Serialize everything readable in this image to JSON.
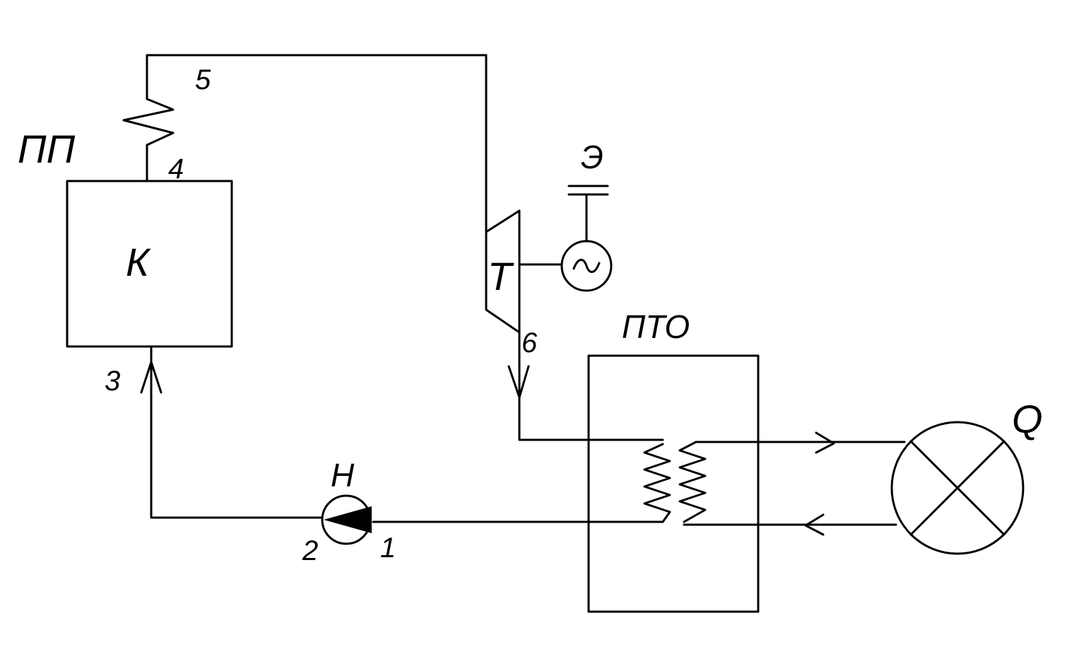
{
  "labels": {
    "superheater": "ПП",
    "boiler": "К",
    "turbine": "Т",
    "generator": "Э",
    "heat_exchanger": "ПТО",
    "pump": "Н",
    "consumer": "Q"
  },
  "points": {
    "p1": "1",
    "p2": "2",
    "p3": "3",
    "p4": "4",
    "p5": "5",
    "p6": "6"
  },
  "colors": {
    "ink": "#000000",
    "paper": "#ffffff"
  }
}
